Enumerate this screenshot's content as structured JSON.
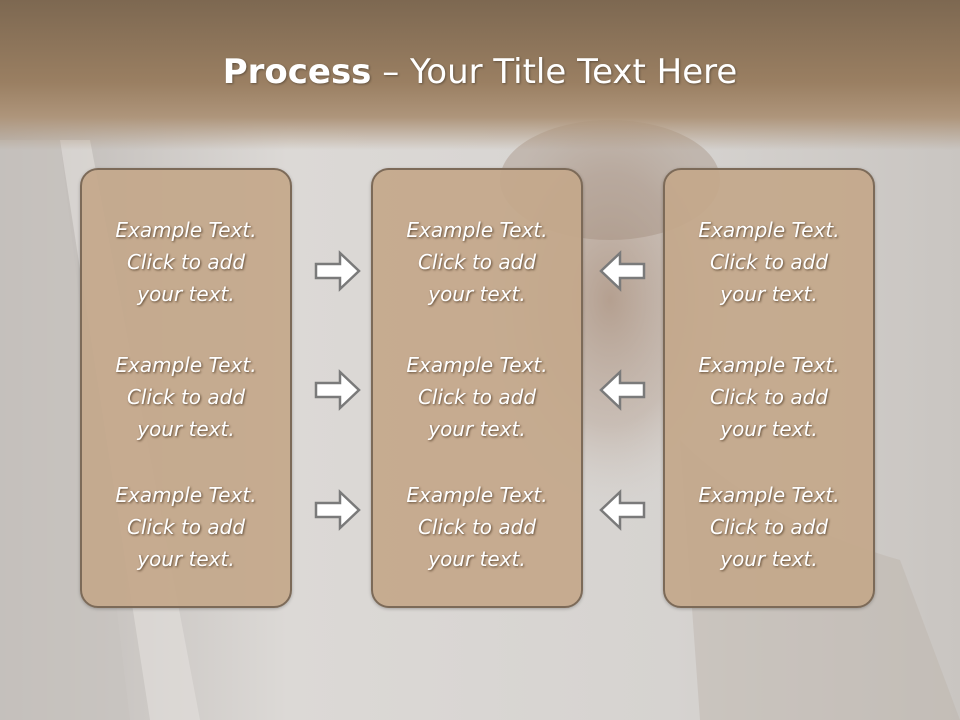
{
  "slide": {
    "title_bold": "Process",
    "title_rest": " – Your Title Text Here"
  },
  "columns": [
    {
      "items": [
        {
          "lines": [
            "Example Text.",
            "Click  to add",
            "your text."
          ]
        },
        {
          "lines": [
            "Example Text.",
            "Click  to add",
            "your text."
          ]
        },
        {
          "lines": [
            "Example Text.",
            "Click  to add",
            "your text."
          ]
        }
      ]
    },
    {
      "items": [
        {
          "lines": [
            "Example Text.",
            "Click  to add",
            "your text."
          ]
        },
        {
          "lines": [
            "Example Text.",
            "Click  to add",
            "your text."
          ]
        },
        {
          "lines": [
            "Example Text.",
            "Click  to add",
            "your text."
          ]
        }
      ]
    },
    {
      "items": [
        {
          "lines": [
            "Example Text.",
            "Click  to add",
            "your text."
          ]
        },
        {
          "lines": [
            "Example Text.",
            "Click  to add",
            "your text."
          ]
        },
        {
          "lines": [
            "Example Text.",
            "Click  to add",
            "your text."
          ]
        }
      ]
    }
  ],
  "colors": {
    "panel_fill": "#c4a88b",
    "panel_border": "#7c6a58",
    "title_band": "#8c7358",
    "arrow_fill": "#ffffff",
    "arrow_stroke": "#7a7a7a"
  },
  "icons": {
    "left_arrows": "arrow-right-icon",
    "right_arrows": "arrow-left-icon"
  }
}
